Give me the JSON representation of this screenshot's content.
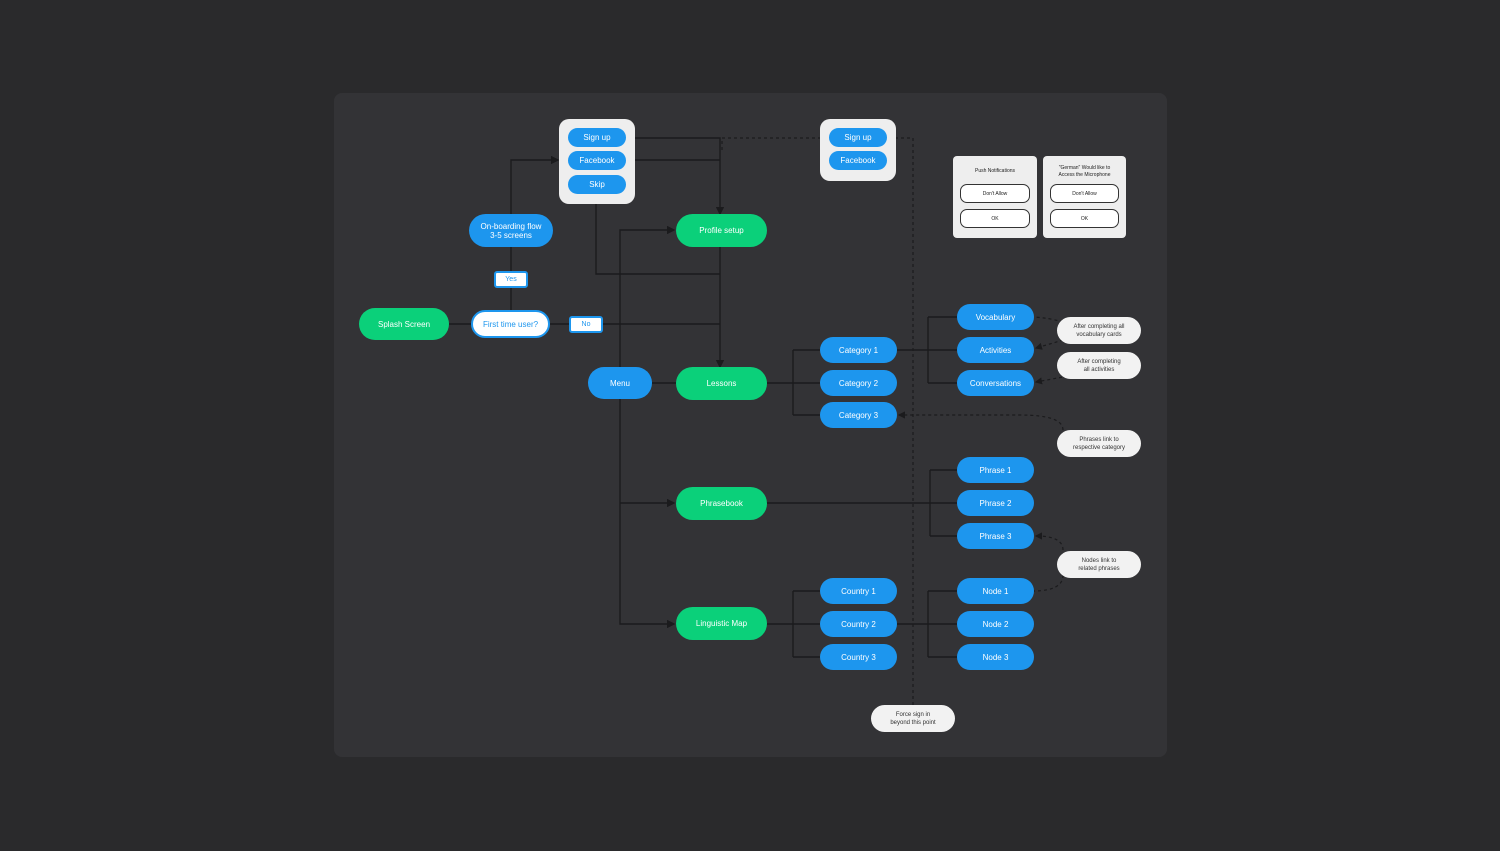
{
  "nodes": {
    "splash": "Splash Screen",
    "first_time": "First time user?",
    "yes": "Yes",
    "no": "No",
    "onboarding": "On-boarding flow\n3-5 screens",
    "profile_setup": "Profile setup",
    "menu": "Menu",
    "lessons": "Lessons",
    "phrasebook": "Phrasebook",
    "linguistic_map": "Linguistic Map",
    "category1": "Category 1",
    "category2": "Category 2",
    "category3": "Category 3",
    "vocabulary": "Vocabulary",
    "activities": "Activities",
    "conversations": "Conversations",
    "phrase1": "Phrase 1",
    "phrase2": "Phrase 2",
    "phrase3": "Phrase 3",
    "country1": "Country 1",
    "country2": "Country 2",
    "country3": "Country 3",
    "node1": "Node 1",
    "node2": "Node 2",
    "node3": "Node 3"
  },
  "signup_panel_1": {
    "signup": "Sign up",
    "facebook": "Facebook",
    "skip": "Skip"
  },
  "signup_panel_2": {
    "signup": "Sign up",
    "facebook": "Facebook"
  },
  "notes": {
    "after_vocab": "After completing all\nvocabulary cards",
    "after_activities": "After completing\nall activities",
    "phrases_link": "Phrases link to\nrespective category",
    "nodes_link": "Nodes link to\nrelated phrases",
    "force_signin": "Force sign in\nbeyond this point"
  },
  "dialogs": {
    "push": {
      "title": "Push Notifications",
      "deny": "Don't Allow",
      "ok": "OK"
    },
    "mic": {
      "title": "\"German\" Would like to\nAccess the Microphone",
      "deny": "Don't Allow",
      "ok": "OK"
    }
  },
  "colors": {
    "green": "#0bd07a",
    "blue": "#1d96ee",
    "background": "#2a2a2c",
    "board": "#333336",
    "connector": "#1b1b1d"
  }
}
